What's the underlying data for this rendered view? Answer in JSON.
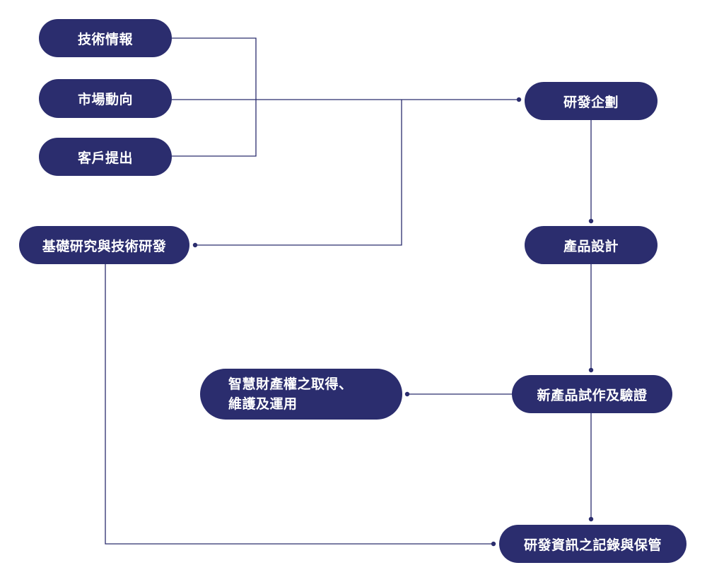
{
  "diagram": {
    "nodes": {
      "tech_info": "技術情報",
      "market_trend": "市場動向",
      "customer_request": "客戶提出",
      "basic_research": "基礎研究與技術研發",
      "rd_planning": "研發企劃",
      "product_design": "產品設計",
      "prototype_verify": "新產品試作及驗證",
      "ip_line1": "智慧財產權之取得、",
      "ip_line2": "維護及運用",
      "rd_records": "研發資訊之記錄與保管"
    },
    "colors": {
      "node_fill": "#2b2d6e",
      "node_text": "#ffffff",
      "connector": "#2b2d6e",
      "background": "#ffffff"
    }
  }
}
